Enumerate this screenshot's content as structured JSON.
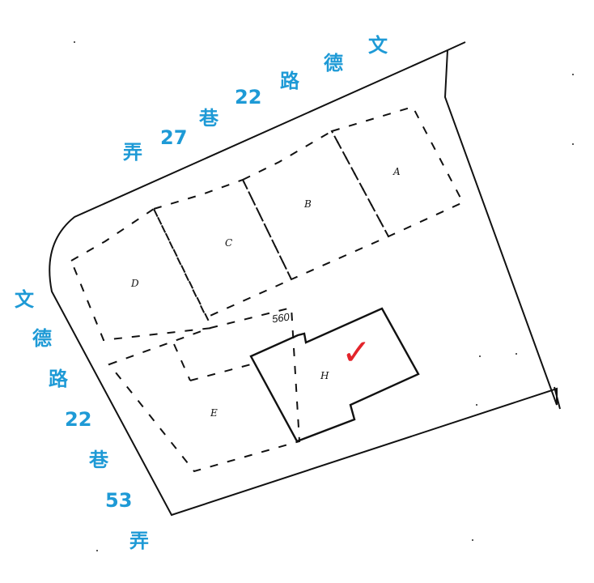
{
  "diagram": {
    "type": "site-plan",
    "colors": {
      "street_label": "#1E9AD6",
      "check_mark": "#E3242B",
      "lines": "#111111"
    },
    "streets": {
      "top": {
        "name": "文德路22巷27弄",
        "chars": [
          "弄",
          "27",
          "巷",
          "22",
          "路",
          "德",
          "文"
        ]
      },
      "left": {
        "name": "文德路22巷53弄",
        "chars": [
          "文",
          "德",
          "路",
          "22",
          "巷",
          "53",
          "弄"
        ]
      }
    },
    "lots": [
      {
        "id": "A",
        "label": "A"
      },
      {
        "id": "B",
        "label": "B"
      },
      {
        "id": "C",
        "label": "C"
      },
      {
        "id": "D",
        "label": "D"
      },
      {
        "id": "E",
        "label": "E"
      },
      {
        "id": "H",
        "label": "H",
        "highlighted": true
      }
    ],
    "dimension_label": "560",
    "check_mark": "✓"
  }
}
